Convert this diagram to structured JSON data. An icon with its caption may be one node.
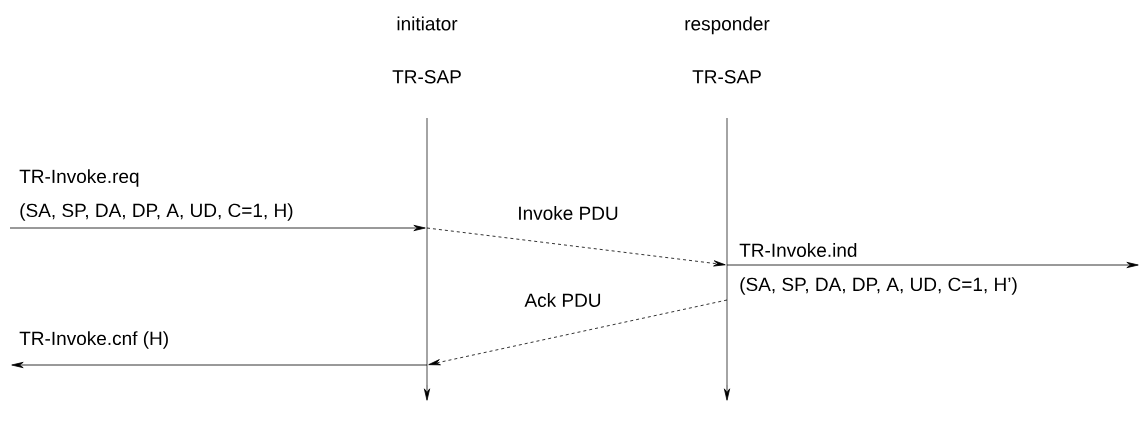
{
  "diagram": {
    "nodes": [
      {
        "text": [
          "initiator",
          "TR-SAP"
        ]
      },
      {
        "text": [
          "responder",
          "TR-SAP"
        ]
      },
      {
        "text": [],
        "shape": "bar"
      },
      {
        "text": [],
        "shape": "bar"
      }
    ],
    "edges": [
      {
        "from": null,
        "to": 2,
        "arrow": "to"
      },
      {
        "from": 2,
        "to": 3,
        "arrow": "to",
        "style": "dashed",
        "label": "Invoke PDU"
      },
      {
        "from": 3,
        "to": null,
        "arrow": "to"
      },
      {
        "from": 3,
        "to": 2,
        "arrow": "to",
        "style": "dashed",
        "label": "Ack PDU"
      },
      {
        "from": 2,
        "to": null,
        "arrow": "to",
        "label": "TR-Invoke.cnf  (H)"
      },
      {
        "from": 2,
        "to": null,
        "arrow": "to"
      },
      {
        "from": 3,
        "to": null,
        "arrow": "to"
      }
    ],
    "labels": [
      "TR-Invoke.req",
      "(SA, SP, DA, DP, A, UD, C=1, H)",
      "TR-Invoke.ind",
      "(SA, SP, DA, DP, A, UD, C=1, H’)"
    ]
  }
}
